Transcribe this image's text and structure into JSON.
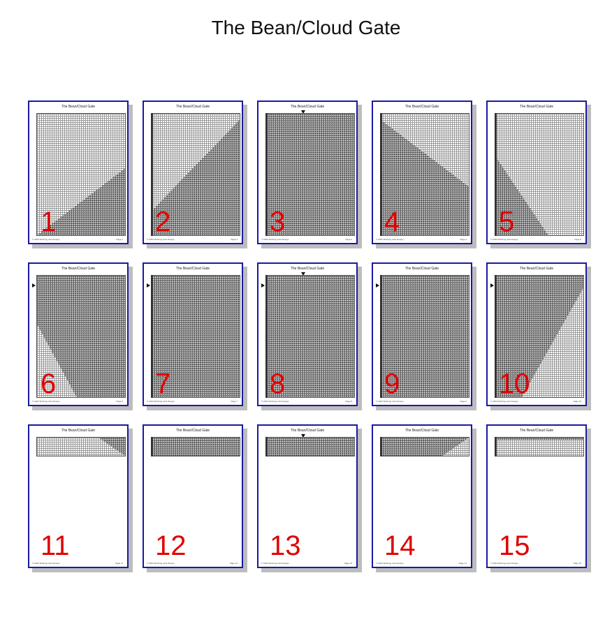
{
  "title": "The Bean/Cloud Gate",
  "pages": [
    {
      "number": "1",
      "page_title": "The Bean/Cloud Gate",
      "footer_left": "© 2023 Stitching Jobs Design",
      "footer_right": "Page 1"
    },
    {
      "number": "2",
      "page_title": "The Bean/Cloud Gate",
      "footer_left": "© 2023 Stitching Jobs Design",
      "footer_right": "Page 2"
    },
    {
      "number": "3",
      "page_title": "The Bean/Cloud Gate",
      "footer_left": "© 2023 Stitching Jobs Design",
      "footer_right": "Page 3"
    },
    {
      "number": "4",
      "page_title": "The Bean/Cloud Gate",
      "footer_left": "© 2023 Stitching Jobs Design",
      "footer_right": "Page 4"
    },
    {
      "number": "5",
      "page_title": "The Bean/Cloud Gate",
      "footer_left": "© 2023 Stitching Jobs Design",
      "footer_right": "Page 5"
    },
    {
      "number": "6",
      "page_title": "The Bean/Cloud Gate",
      "footer_left": "© 2023 Stitching Jobs Design",
      "footer_right": "Page 6"
    },
    {
      "number": "7",
      "page_title": "The Bean/Cloud Gate",
      "footer_left": "© 2023 Stitching Jobs Design",
      "footer_right": "Page 7"
    },
    {
      "number": "8",
      "page_title": "The Bean/Cloud Gate",
      "footer_left": "© 2023 Stitching Jobs Design",
      "footer_right": "Page 8"
    },
    {
      "number": "9",
      "page_title": "The Bean/Cloud Gate",
      "footer_left": "© 2023 Stitching Jobs Design",
      "footer_right": "Page 9"
    },
    {
      "number": "10",
      "page_title": "The Bean/Cloud Gate",
      "footer_left": "© 2023 Stitching Jobs Design",
      "footer_right": "Page 10"
    },
    {
      "number": "11",
      "page_title": "The Bean/Cloud Gate",
      "footer_left": "© 2023 Stitching Jobs Design",
      "footer_right": "Page 11"
    },
    {
      "number": "12",
      "page_title": "The Bean/Cloud Gate",
      "footer_left": "© 2023 Stitching Jobs Design",
      "footer_right": "Page 12"
    },
    {
      "number": "13",
      "page_title": "The Bean/Cloud Gate",
      "footer_left": "© 2023 Stitching Jobs Design",
      "footer_right": "Page 13"
    },
    {
      "number": "14",
      "page_title": "The Bean/Cloud Gate",
      "footer_left": "© 2023 Stitching Jobs Design",
      "footer_right": "Page 14"
    },
    {
      "number": "15",
      "page_title": "The Bean/Cloud Gate",
      "footer_left": "© 2023 Stitching Jobs Design",
      "footer_right": "Page 15"
    }
  ],
  "colors": {
    "page_border": "#1a1aa0",
    "page_number": "#e00000",
    "shadow": "#bdbdbd"
  }
}
